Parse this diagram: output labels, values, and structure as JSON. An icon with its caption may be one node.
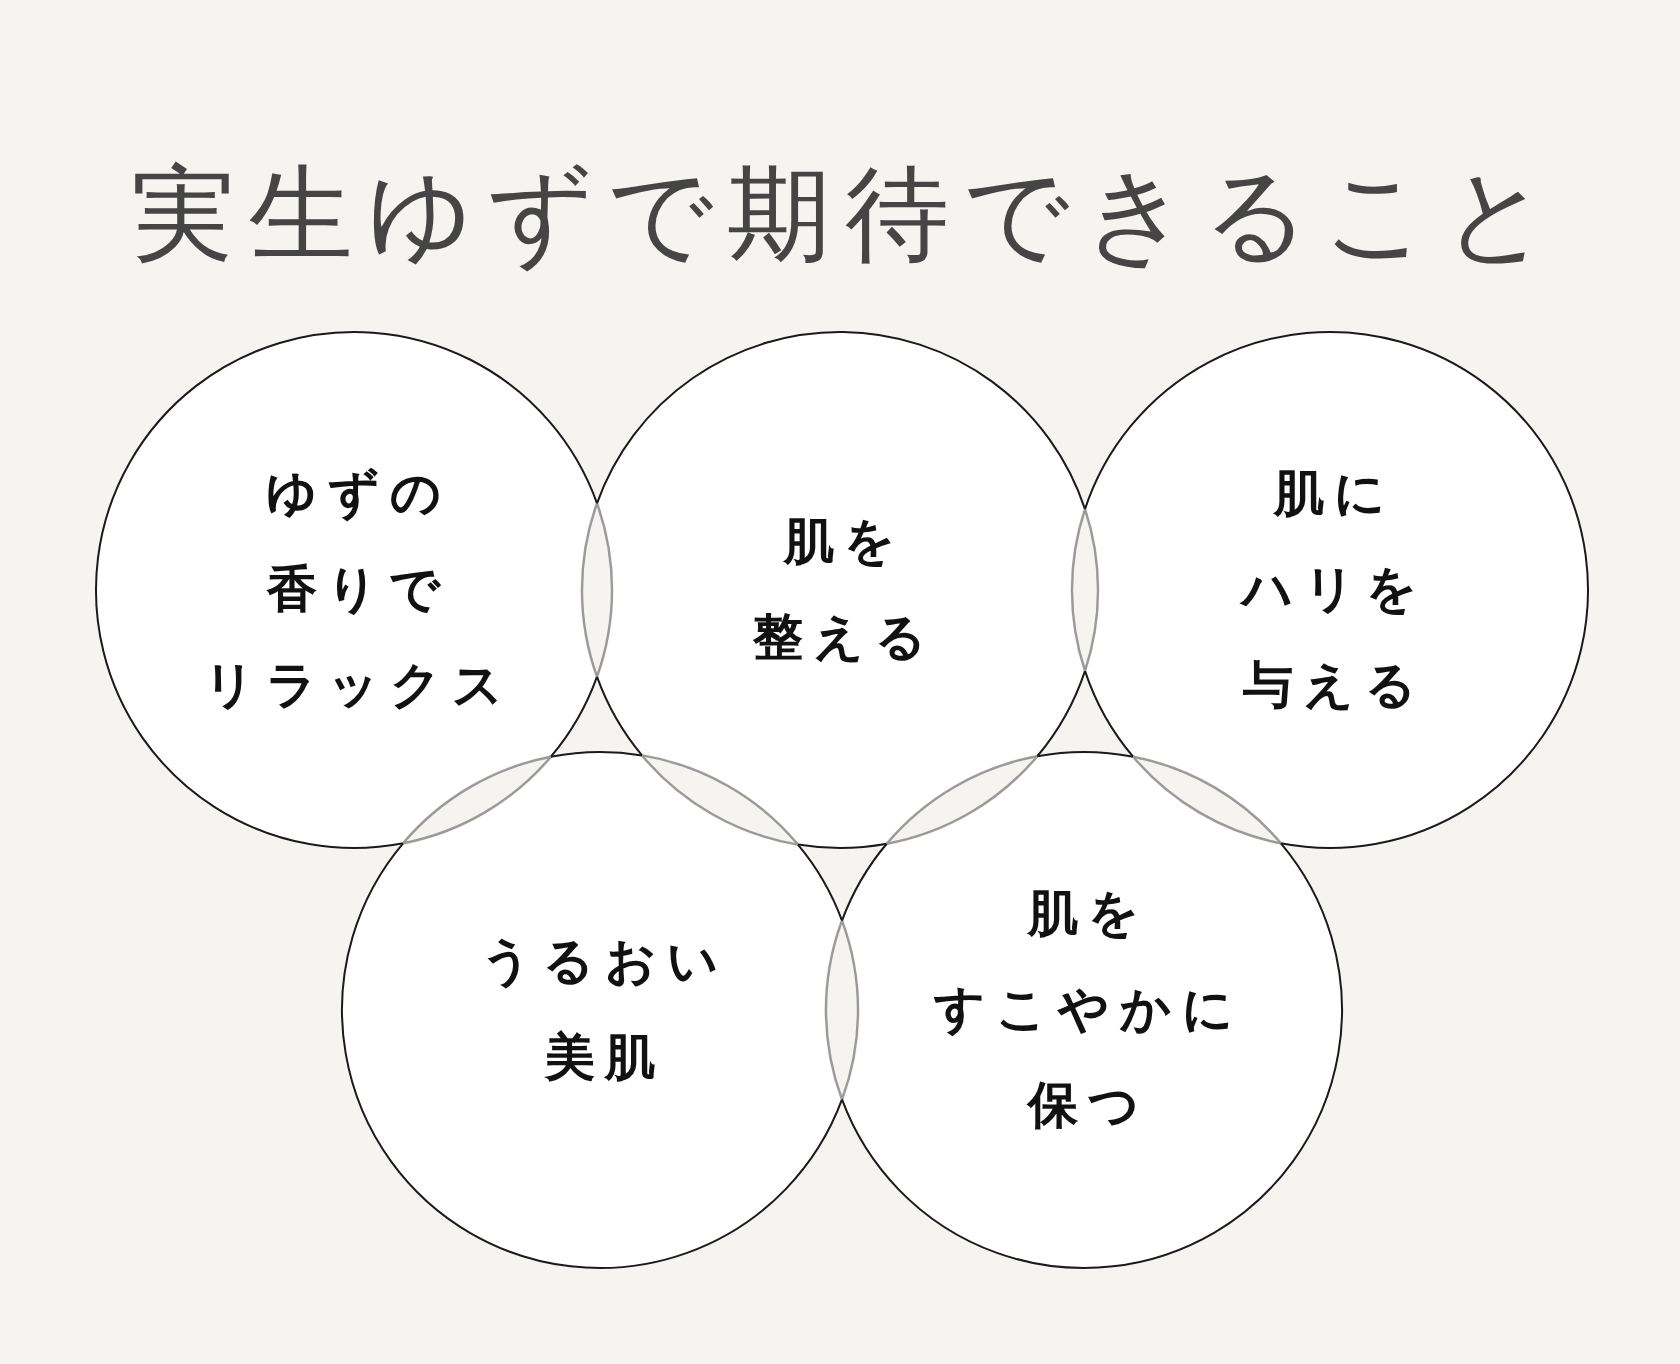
{
  "diagram": {
    "title": "実生ゆずで期待できること",
    "nodes": [
      {
        "text": [
          "ゆずの香りでリラックス"
        ]
      },
      {
        "text": [
          "肌を整える"
        ]
      },
      {
        "text": [
          "肌にハリを与える"
        ]
      },
      {
        "text": [
          "うるおい美肌"
        ]
      },
      {
        "text": [
          "肌をすこやかに保つ"
        ]
      }
    ]
  }
}
